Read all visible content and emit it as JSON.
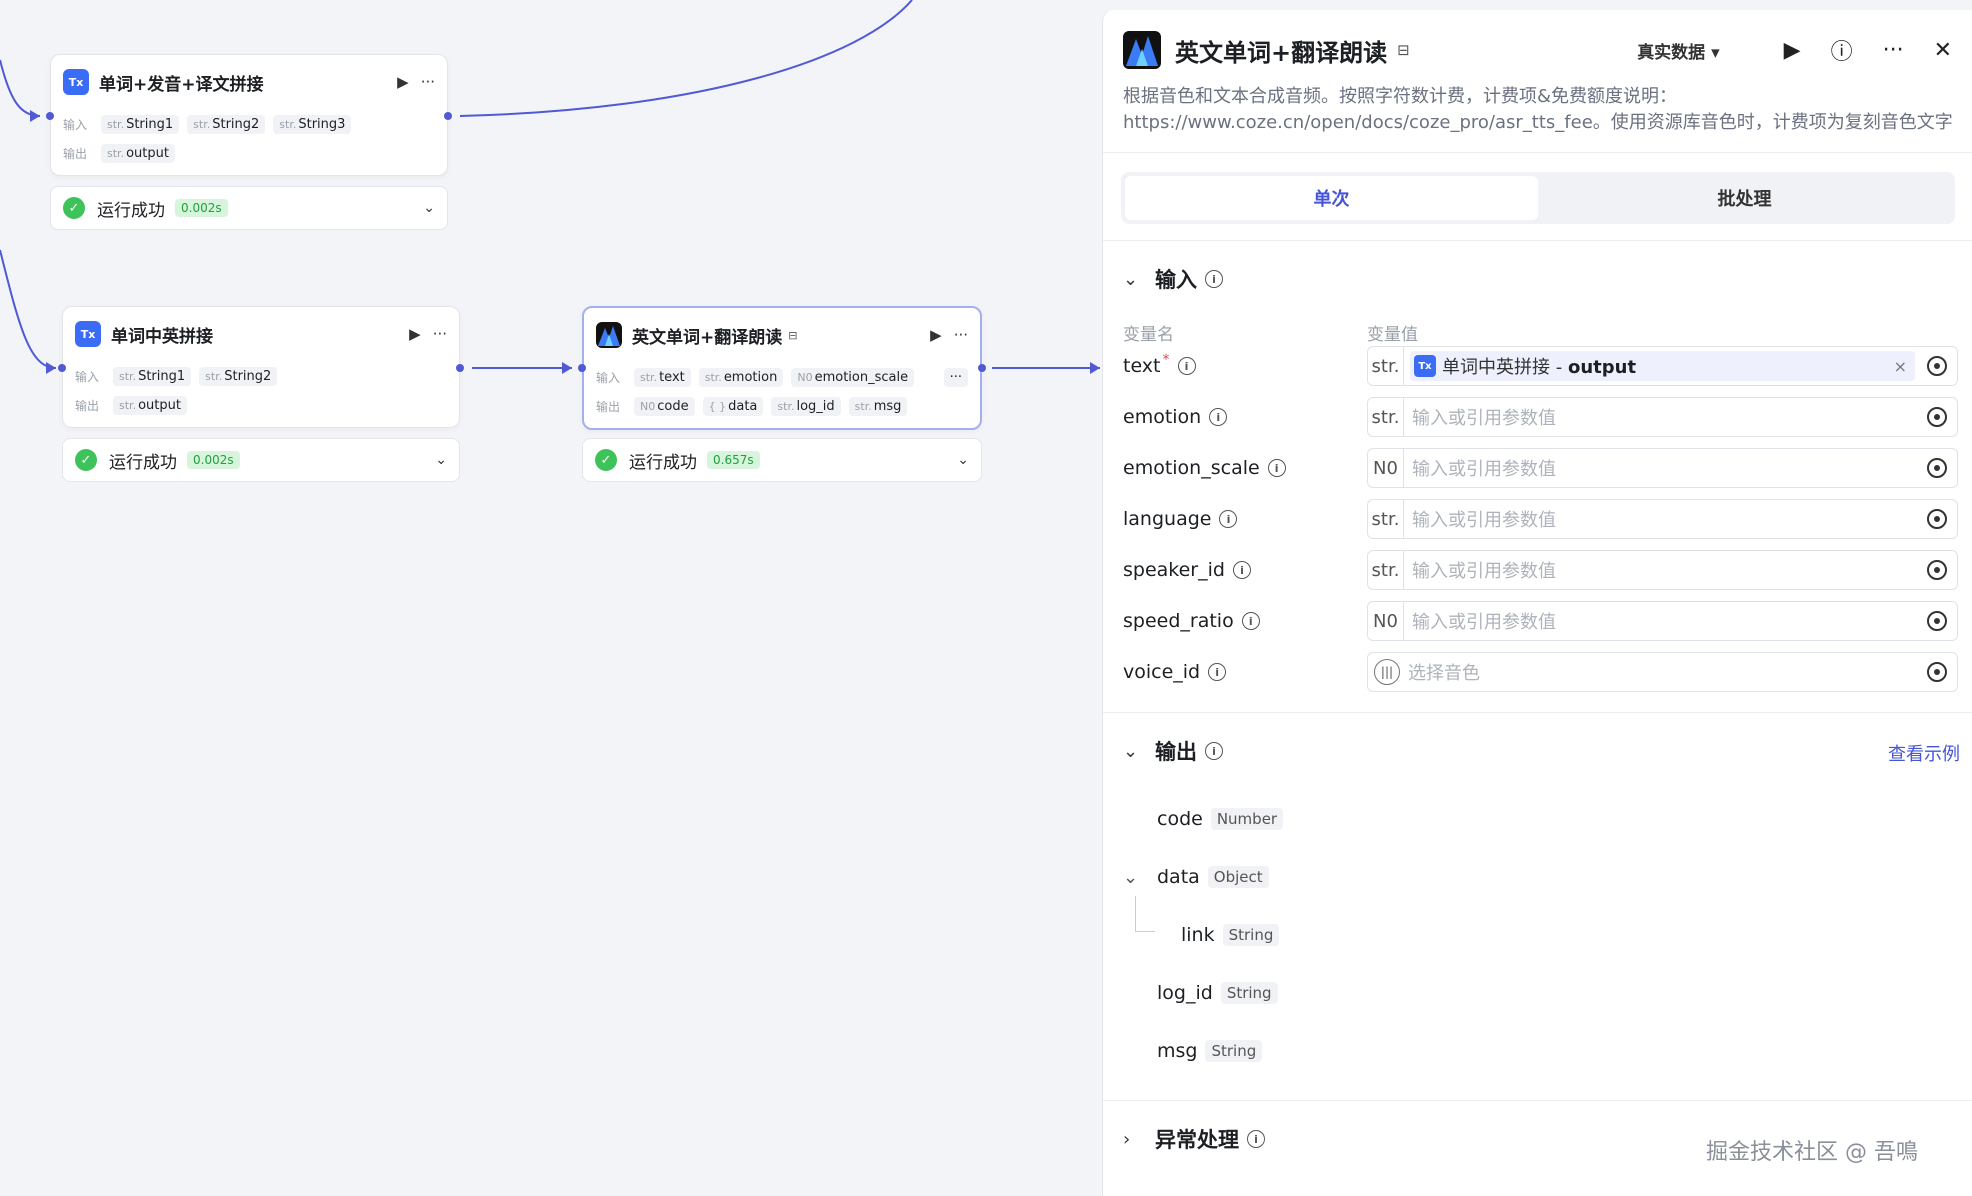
{
  "colors": {
    "accent": "#4455d8",
    "edge": "#5159d6",
    "success": "#3ec25a"
  },
  "common": {
    "input_label": "输入",
    "output_label": "输出",
    "type_str": "str.",
    "type_num": "N0"
  },
  "nodes": {
    "concat3": {
      "title": "单词+发音+译文拼接",
      "inputs": [
        "String1",
        "String2",
        "String3"
      ],
      "outputs": [
        "output"
      ],
      "status": "运行成功",
      "time": "0.002s"
    },
    "concat2": {
      "title": "单词中英拼接",
      "inputs": [
        "String1",
        "String2"
      ],
      "outputs": [
        "output"
      ],
      "status": "运行成功",
      "time": "0.002s"
    },
    "tts": {
      "title": "英文单词+翻译朗读",
      "inputs": [
        {
          "type": "str.",
          "name": "text"
        },
        {
          "type": "str.",
          "name": "emotion"
        },
        {
          "type": "N0",
          "name": "emotion_scale"
        }
      ],
      "more": "···",
      "outputs": [
        {
          "type": "N0",
          "name": "code"
        },
        {
          "type": "{ }",
          "name": "data"
        },
        {
          "type": "str.",
          "name": "log_id"
        },
        {
          "type": "str.",
          "name": "msg"
        }
      ],
      "status": "运行成功",
      "time": "0.657s"
    }
  },
  "panel": {
    "title": "英文单词+翻译朗读",
    "mode": "真实数据",
    "desc": "根据音色和文本合成音频。按照字符数计费，计费项&免费额度说明：https://www.coze.cn/open/docs/coze_pro/asr_tts_fee。使用资源库音色时，计费项为复刻音色文字转语音字数；使用预设…",
    "tabs": [
      "单次",
      "批处理"
    ],
    "input_section": "输入",
    "col_name": "变量名",
    "col_value": "变量值",
    "placeholder": "输入或引用参数值",
    "voice_placeholder": "选择音色",
    "vars": [
      {
        "name": "text",
        "required": "*",
        "type": "str.",
        "ref_node": "单词中英拼接",
        "ref_sep": " - ",
        "ref_field": "output"
      },
      {
        "name": "emotion",
        "type": "str."
      },
      {
        "name": "emotion_scale",
        "type": "N0"
      },
      {
        "name": "language",
        "type": "str."
      },
      {
        "name": "speaker_id",
        "type": "str."
      },
      {
        "name": "speed_ratio",
        "type": "N0"
      },
      {
        "name": "voice_id"
      }
    ],
    "output_section": "输出",
    "view_example": "查看示例",
    "outputs": [
      {
        "name": "code",
        "type": "Number"
      },
      {
        "name": "data",
        "type": "Object"
      },
      {
        "name": "link",
        "type": "String"
      },
      {
        "name": "log_id",
        "type": "String"
      },
      {
        "name": "msg",
        "type": "String"
      }
    ],
    "exception_section": "异常处理"
  },
  "watermark": "掘金技术社区 @ 吾鳴"
}
